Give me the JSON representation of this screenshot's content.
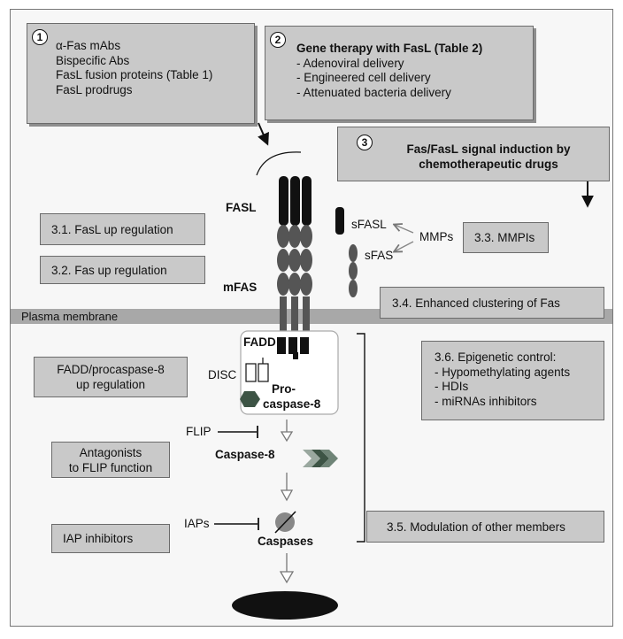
{
  "box1": {
    "number": "1",
    "lines": [
      "α-Fas mAbs",
      "Bispecific Abs",
      "FasL fusion proteins (Table 1)",
      "FasL prodrugs"
    ]
  },
  "box2": {
    "number": "2",
    "title": "Gene therapy with FasL (Table 2)",
    "lines": [
      "- Adenoviral delivery",
      "- Engineered cell delivery",
      "- Attenuated bacteria delivery"
    ]
  },
  "box3": {
    "number": "3",
    "lines": [
      "Fas/FasL signal induction by",
      "chemotherapeutic drugs"
    ]
  },
  "box31": "3.1. FasL up regulation",
  "box32": "3.2. Fas up regulation",
  "box33": "3.3. MMPIs",
  "box34": "3.4. Enhanced clustering of Fas",
  "box35": "3.5. Modulation of other members",
  "box36": {
    "title": "3.6. Epigenetic control:",
    "lines": [
      "- Hypomethylating agents",
      "- HDIs",
      "- miRNAs inhibitors"
    ]
  },
  "box_fadd": [
    "FADD/procaspase-8",
    "up regulation"
  ],
  "box_flip": [
    "Antagonists",
    "to FLIP function"
  ],
  "box_iap": "IAP inhibitors",
  "labels": {
    "fasl": "FASL",
    "mfas": "mFAS",
    "sfasl": "sFASL",
    "sfas": "sFAS",
    "mmps": "MMPs",
    "membrane": "Plasma membrane",
    "fadd": "FADD",
    "disc": "DISC",
    "procaspase_1": "Pro-",
    "procaspase_2": "caspase-8",
    "flip": "FLIP",
    "caspase8": "Caspase-8",
    "iaps": "IAPs",
    "caspases": "Caspases"
  }
}
